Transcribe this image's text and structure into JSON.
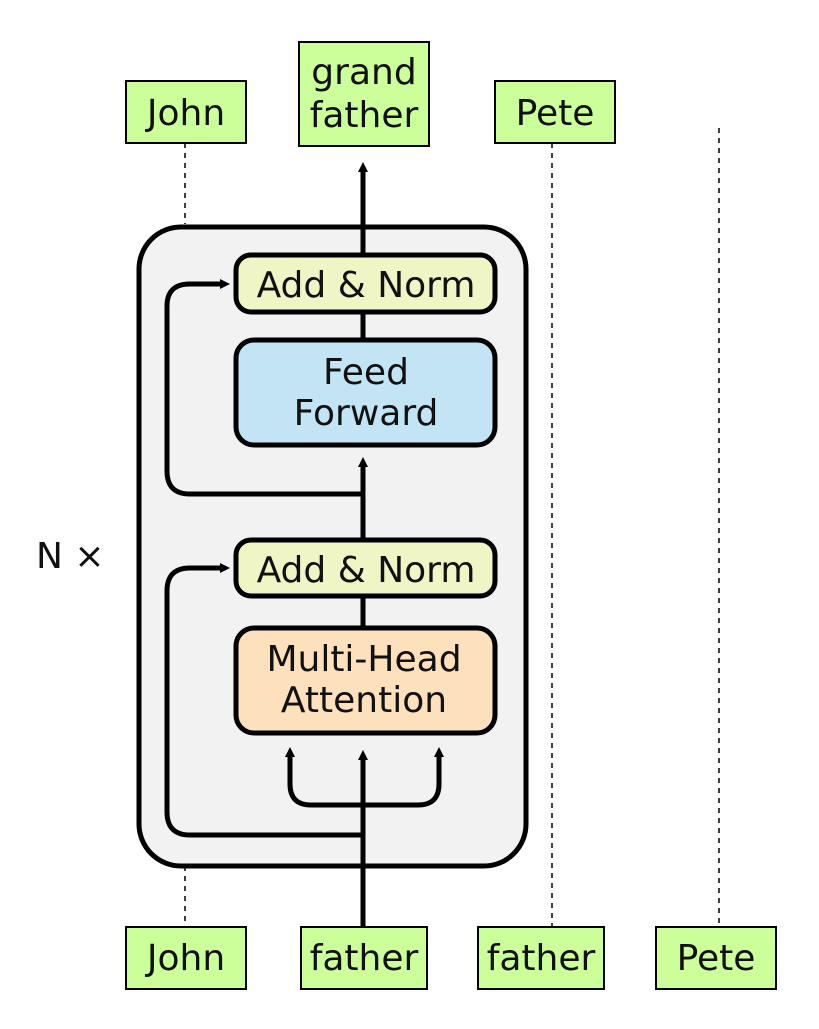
{
  "top_tokens": [
    {
      "text": "John"
    },
    {
      "lines": [
        "grand",
        "father"
      ]
    },
    {
      "text": "Pete"
    }
  ],
  "bottom_tokens": [
    {
      "text": "John"
    },
    {
      "text": "father"
    },
    {
      "text": "father"
    },
    {
      "text": "Pete"
    }
  ],
  "block": {
    "repeat_label": "N ×",
    "add_norm_top": "Add & Norm",
    "feed_forward": [
      "Feed",
      "Forward"
    ],
    "add_norm_bottom": "Add & Norm",
    "attention": [
      "Multi-Head",
      "Attention"
    ]
  },
  "colors": {
    "token_fill": "#ccff99",
    "token_border": "#000000",
    "block_fill": "#f2f2f2",
    "add_norm_fill": "#f0f5c5",
    "feed_forward_fill": "#c3e4f5",
    "attention_fill": "#fde0bc"
  }
}
